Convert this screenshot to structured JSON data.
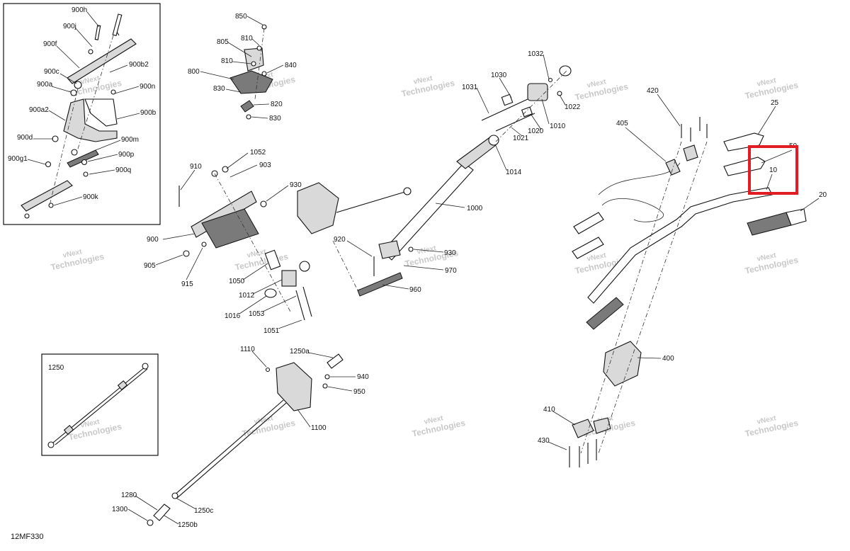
{
  "diagram_code": "12MF330",
  "watermark_text": [
    "vNext",
    "Technologies"
  ],
  "highlight": {
    "color": "#e31b23",
    "parts": [
      "50",
      "10"
    ]
  },
  "inset_frames": [
    "900-series detail",
    "1250"
  ],
  "callouts": {
    "c900h": "900h",
    "c900j": "900j",
    "c900f": "900f",
    "c900c": "900c",
    "c900b2": "900b2",
    "c900a": "900a",
    "c900n": "900n",
    "c900a2": "900a2",
    "c900b": "900b",
    "c900d": "900d",
    "c900m": "900m",
    "c900g1": "900g1",
    "c900p": "900p",
    "c900q": "900q",
    "c900k": "900k",
    "c850": "850",
    "c805": "805",
    "c810a": "810",
    "c810b": "810",
    "c840": "840",
    "c800": "800",
    "c830a": "830",
    "c820": "820",
    "c830b": "830",
    "c1032": "1032",
    "c1030": "1030",
    "c1031": "1031",
    "c1022": "1022",
    "c1020": "1020",
    "c1010": "1010",
    "c1021": "1021",
    "c1014": "1014",
    "c1000": "1000",
    "c910": "910",
    "c1052": "1052",
    "c903": "903",
    "c930a": "930",
    "c900": "900",
    "c905": "905",
    "c915": "915",
    "c1050": "1050",
    "c1012": "1012",
    "c1016": "1016",
    "c1053": "1053",
    "c1051": "1051",
    "c920": "920",
    "c930b": "930",
    "c970": "970",
    "c960": "960",
    "c420": "420",
    "c405": "405",
    "c25": "25",
    "c50": "50",
    "c10": "10",
    "c20": "20",
    "c400": "400",
    "c410": "410",
    "c430": "430",
    "c1250": "1250",
    "c1110": "1110",
    "c1250a": "1250a",
    "c940": "940",
    "c950": "950",
    "c1100": "1100",
    "c1280": "1280",
    "c1300": "1300",
    "c1250c": "1250c",
    "c1250b": "1250b"
  }
}
